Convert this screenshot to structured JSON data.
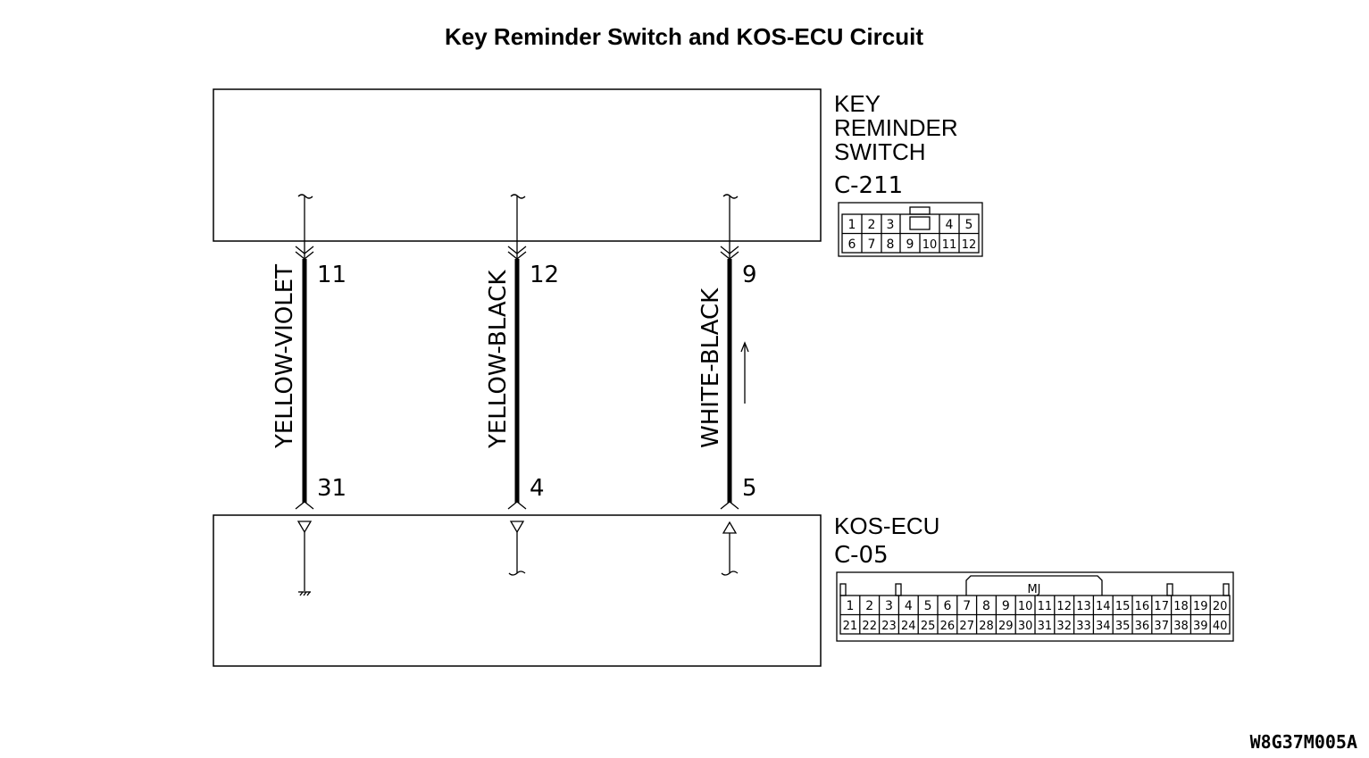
{
  "title": "Key Reminder Switch and KOS-ECU Circuit",
  "top_component": {
    "name_lines": [
      "KEY",
      "REMINDER",
      "SWITCH"
    ],
    "connector": "C-211",
    "pins_row1": [
      "1",
      "2",
      "3",
      "4",
      "5"
    ],
    "pins_row2": [
      "6",
      "7",
      "8",
      "9",
      "10",
      "11",
      "12"
    ]
  },
  "bottom_component": {
    "name": "KOS-ECU",
    "connector": "C-05",
    "mj_label": "MJ",
    "pins_row1": [
      "1",
      "2",
      "3",
      "4",
      "5",
      "6",
      "7",
      "8",
      "9",
      "10",
      "11",
      "12",
      "13",
      "14",
      "15",
      "16",
      "17",
      "18",
      "19",
      "20"
    ],
    "pins_row2": [
      "21",
      "22",
      "23",
      "24",
      "25",
      "26",
      "27",
      "28",
      "29",
      "30",
      "31",
      "32",
      "33",
      "34",
      "35",
      "36",
      "37",
      "38",
      "39",
      "40"
    ]
  },
  "wires": [
    {
      "color": "YELLOW-VIOLET",
      "top_pin": "11",
      "bottom_pin": "31"
    },
    {
      "color": "YELLOW-BLACK",
      "top_pin": "12",
      "bottom_pin": "4"
    },
    {
      "color": "WHITE-BLACK",
      "top_pin": "9",
      "bottom_pin": "5"
    }
  ],
  "reference_code": "W8G37M005A"
}
